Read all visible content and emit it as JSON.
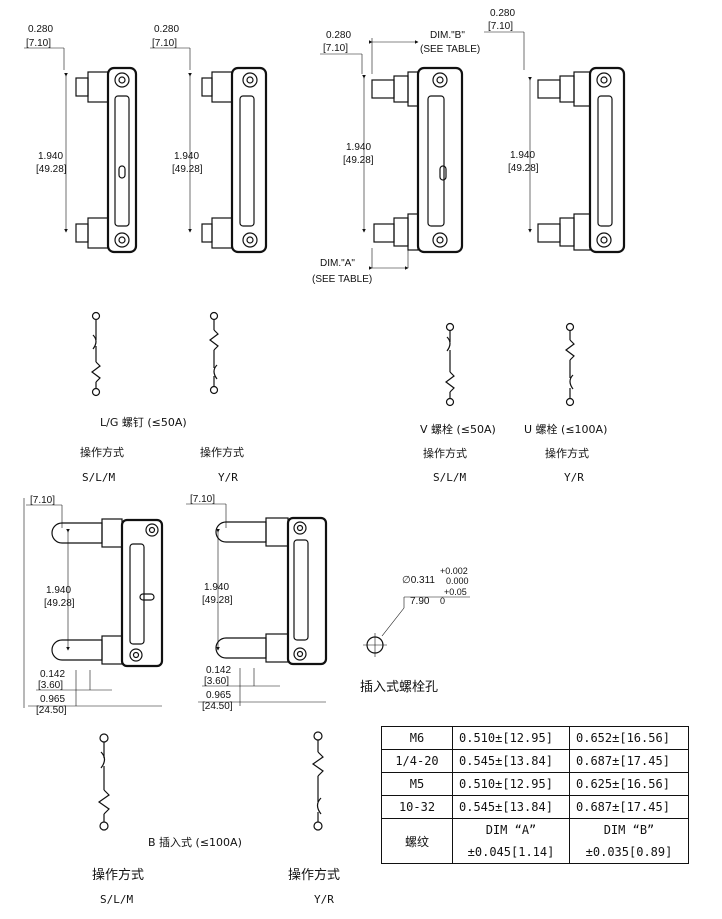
{
  "top_drawings": [
    {
      "offset_in": "0.280",
      "offset_mm": "[7.10]",
      "span_in": "1.940",
      "span_mm": "[49.28]"
    },
    {
      "offset_in": "0.280",
      "offset_mm": "[7.10]",
      "span_in": "1.940",
      "span_mm": "[49.28]"
    },
    {
      "offset_in": "0.280",
      "offset_mm": "[7.10]",
      "span_in": "1.940",
      "span_mm": "[49.28]",
      "dim_b": "DIM.\"B\"",
      "dim_b_note": "(SEE TABLE)",
      "dim_a": "DIM.\"A\"",
      "dim_a_note": "(SEE TABLE)"
    },
    {
      "offset_in": "0.280",
      "offset_mm": "[7.10]",
      "span_in": "1.940",
      "span_mm": "[49.28]"
    }
  ],
  "schematic_labels": {
    "lg_title": "L/G 螺钉 (≤50A)",
    "v_title": "V 螺栓 (≤50A)",
    "u_title": "U 螺栓 (≤100A)",
    "mode_label": "操作方式",
    "mode_slm": "S/L/M",
    "mode_yr": "Y/R",
    "b_title": "B 插入式 (≤100A)"
  },
  "bottom_drawings": [
    {
      "offset_mm": "[7.10]",
      "span_in": "1.940",
      "span_mm": "[49.28]",
      "d1_in": "0.142",
      "d1_mm": "[3.60]",
      "d2_in": "0.965",
      "d2_mm": "[24.50]"
    },
    {
      "offset_mm": "[7.10]",
      "span_in": "1.940",
      "span_mm": "[49.28]",
      "d1_in": "0.142",
      "d1_mm": "[3.60]",
      "d2_in": "0.965",
      "d2_mm": "[24.50]"
    }
  ],
  "hole_callout": {
    "diameter": "∅0.311",
    "tol_in_upper": "+0.002",
    "tol_in_lower": "0.000",
    "mm": "7.90",
    "tol_mm_upper": "+0.05",
    "tol_mm_lower": "0",
    "caption": "插入式螺栓孔"
  },
  "table": {
    "rows": [
      {
        "thread": "M6",
        "dim_a": "0.510±[12.95]",
        "dim_b": "0.652±[16.56]"
      },
      {
        "thread": "1/4-20",
        "dim_a": "0.545±[13.84]",
        "dim_b": "0.687±[17.45]"
      },
      {
        "thread": "M5",
        "dim_a": "0.510±[12.95]",
        "dim_b": "0.625±[16.56]"
      },
      {
        "thread": "10-32",
        "dim_a": "0.545±[13.84]",
        "dim_b": "0.687±[17.45]"
      }
    ],
    "footer": {
      "label": "螺纹",
      "dim_a_header": "DIM “A”",
      "dim_a_tol": "±0.045[1.14]",
      "dim_b_header": "DIM “B”",
      "dim_b_tol": "±0.035[0.89]"
    }
  }
}
